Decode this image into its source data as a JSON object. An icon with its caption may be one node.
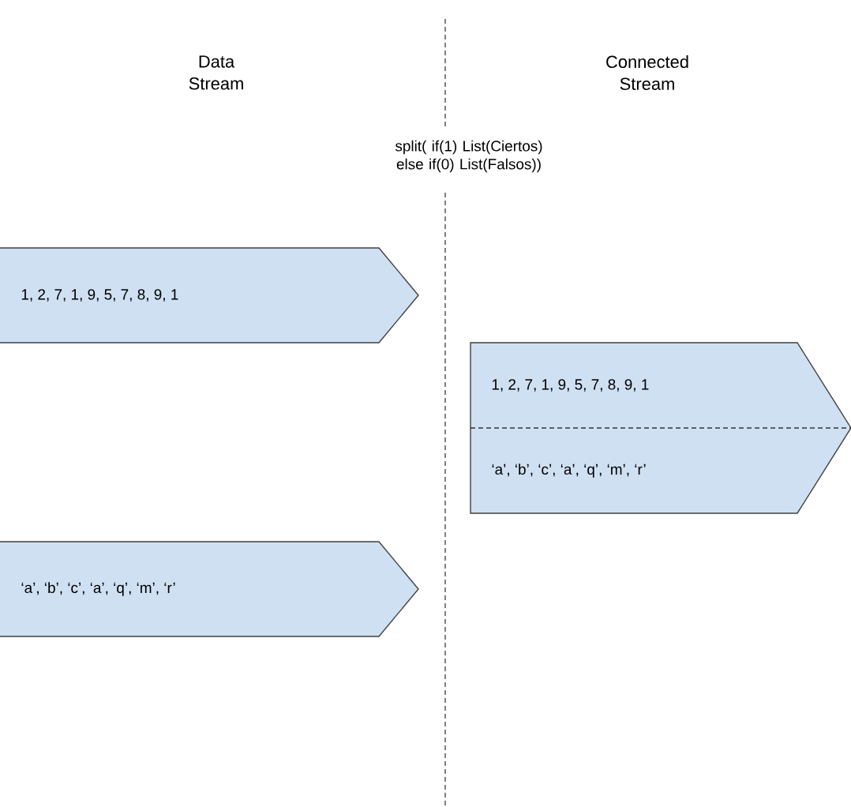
{
  "diagram": {
    "nodes": [
      {
        "text": [
          "1, 2, 7, 1, 9, 5, 7, 8, 9, 1"
        ]
      },
      {
        "text": [
          "‘a’, ‘b’, ‘c’, ‘a’, ‘q’, ‘m’, ‘r’"
        ]
      },
      {
        "text": [
          "1, 2, 7, 1, 9, 5, 7, 8, 9, 1",
          "‘a’, ‘b’, ‘c’, ‘a’, ‘q’, ‘m’, ‘r’"
        ]
      }
    ],
    "labels": [
      "Data Stream",
      "Connected Stream",
      "split( if(1) List(Ciertos) else if(0) List(Falsos))"
    ]
  }
}
